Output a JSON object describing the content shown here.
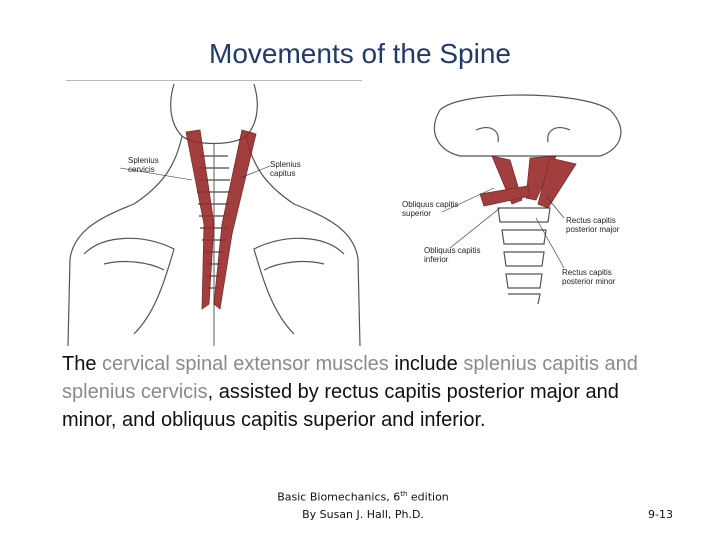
{
  "slide": {
    "title": "Movements of the Spine",
    "figures": {
      "left": {
        "labels": {
          "splenius_cervicis": [
            "Splenius",
            "cervicis"
          ],
          "splenius_capitis": [
            "Splenius",
            "capitus"
          ]
        }
      },
      "right": {
        "labels": {
          "obliquus_superior": [
            "Obliquus capitis",
            "superior"
          ],
          "obliquus_inferior": [
            "Obliquus capitis",
            "inferior"
          ],
          "rectus_major": [
            "Rectus capitis",
            "posterior major"
          ],
          "rectus_minor": [
            "Rectus capitis",
            "posterior minor"
          ]
        }
      }
    },
    "body": {
      "p1": " The ",
      "p2": "cervical spinal extensor muscles",
      "p3": " include ",
      "p4": "splenius capitis and splenius cervicis",
      "p5": ", assisted by rectus capitis posterior major and minor, and obliquus capitis superior and inferior."
    },
    "footer": {
      "citation_line1_prefix": "Basic Biomechanics, 6",
      "citation_line1_sup": "th",
      "citation_line1_suffix": " edition",
      "citation_line2": "By Susan J. Hall, Ph.D.",
      "slide_number": "9-13"
    },
    "colors": {
      "title": "#1f3a6b",
      "muscle": "#9a2a2a",
      "highlight_text": "#8a8a8a"
    }
  }
}
